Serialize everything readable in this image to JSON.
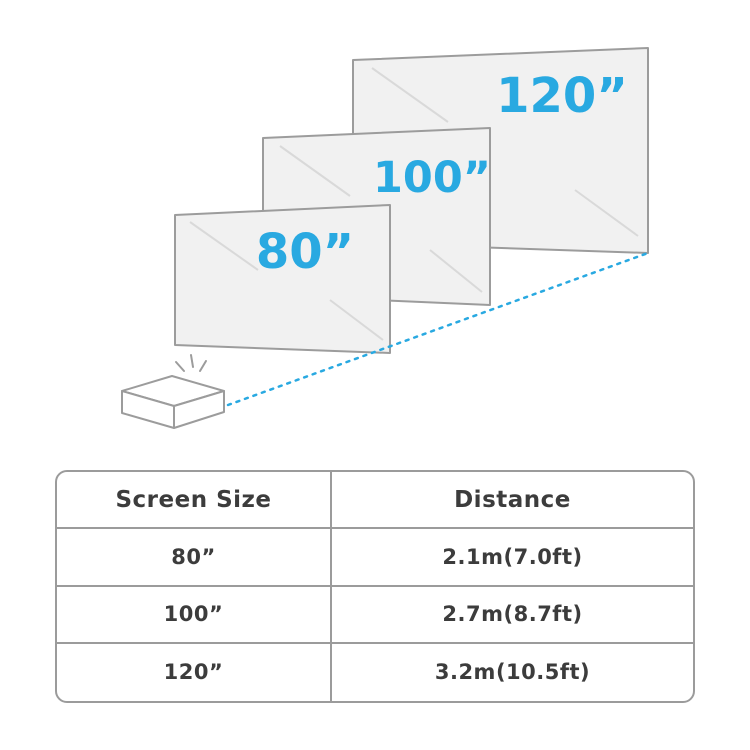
{
  "diagram": {
    "screens": [
      {
        "id": "80",
        "label": "80”"
      },
      {
        "id": "100",
        "label": "100”"
      },
      {
        "id": "120",
        "label": "120”"
      }
    ],
    "colors": {
      "accent": "#29a9e1",
      "screen_fill": "#f1f1f1",
      "screen_border": "#9c9c9c",
      "glare": "#d9d9d9",
      "table_border": "#9b9b9b",
      "text": "#3c3c3c"
    }
  },
  "table": {
    "headers": {
      "screen_size": "Screen Size",
      "distance": "Distance"
    },
    "rows": [
      {
        "size": "80”",
        "distance": "2.1m(7.0ft)"
      },
      {
        "size": "100”",
        "distance": "2.7m(8.7ft)"
      },
      {
        "size": "120”",
        "distance": "3.2m(10.5ft)"
      }
    ]
  }
}
